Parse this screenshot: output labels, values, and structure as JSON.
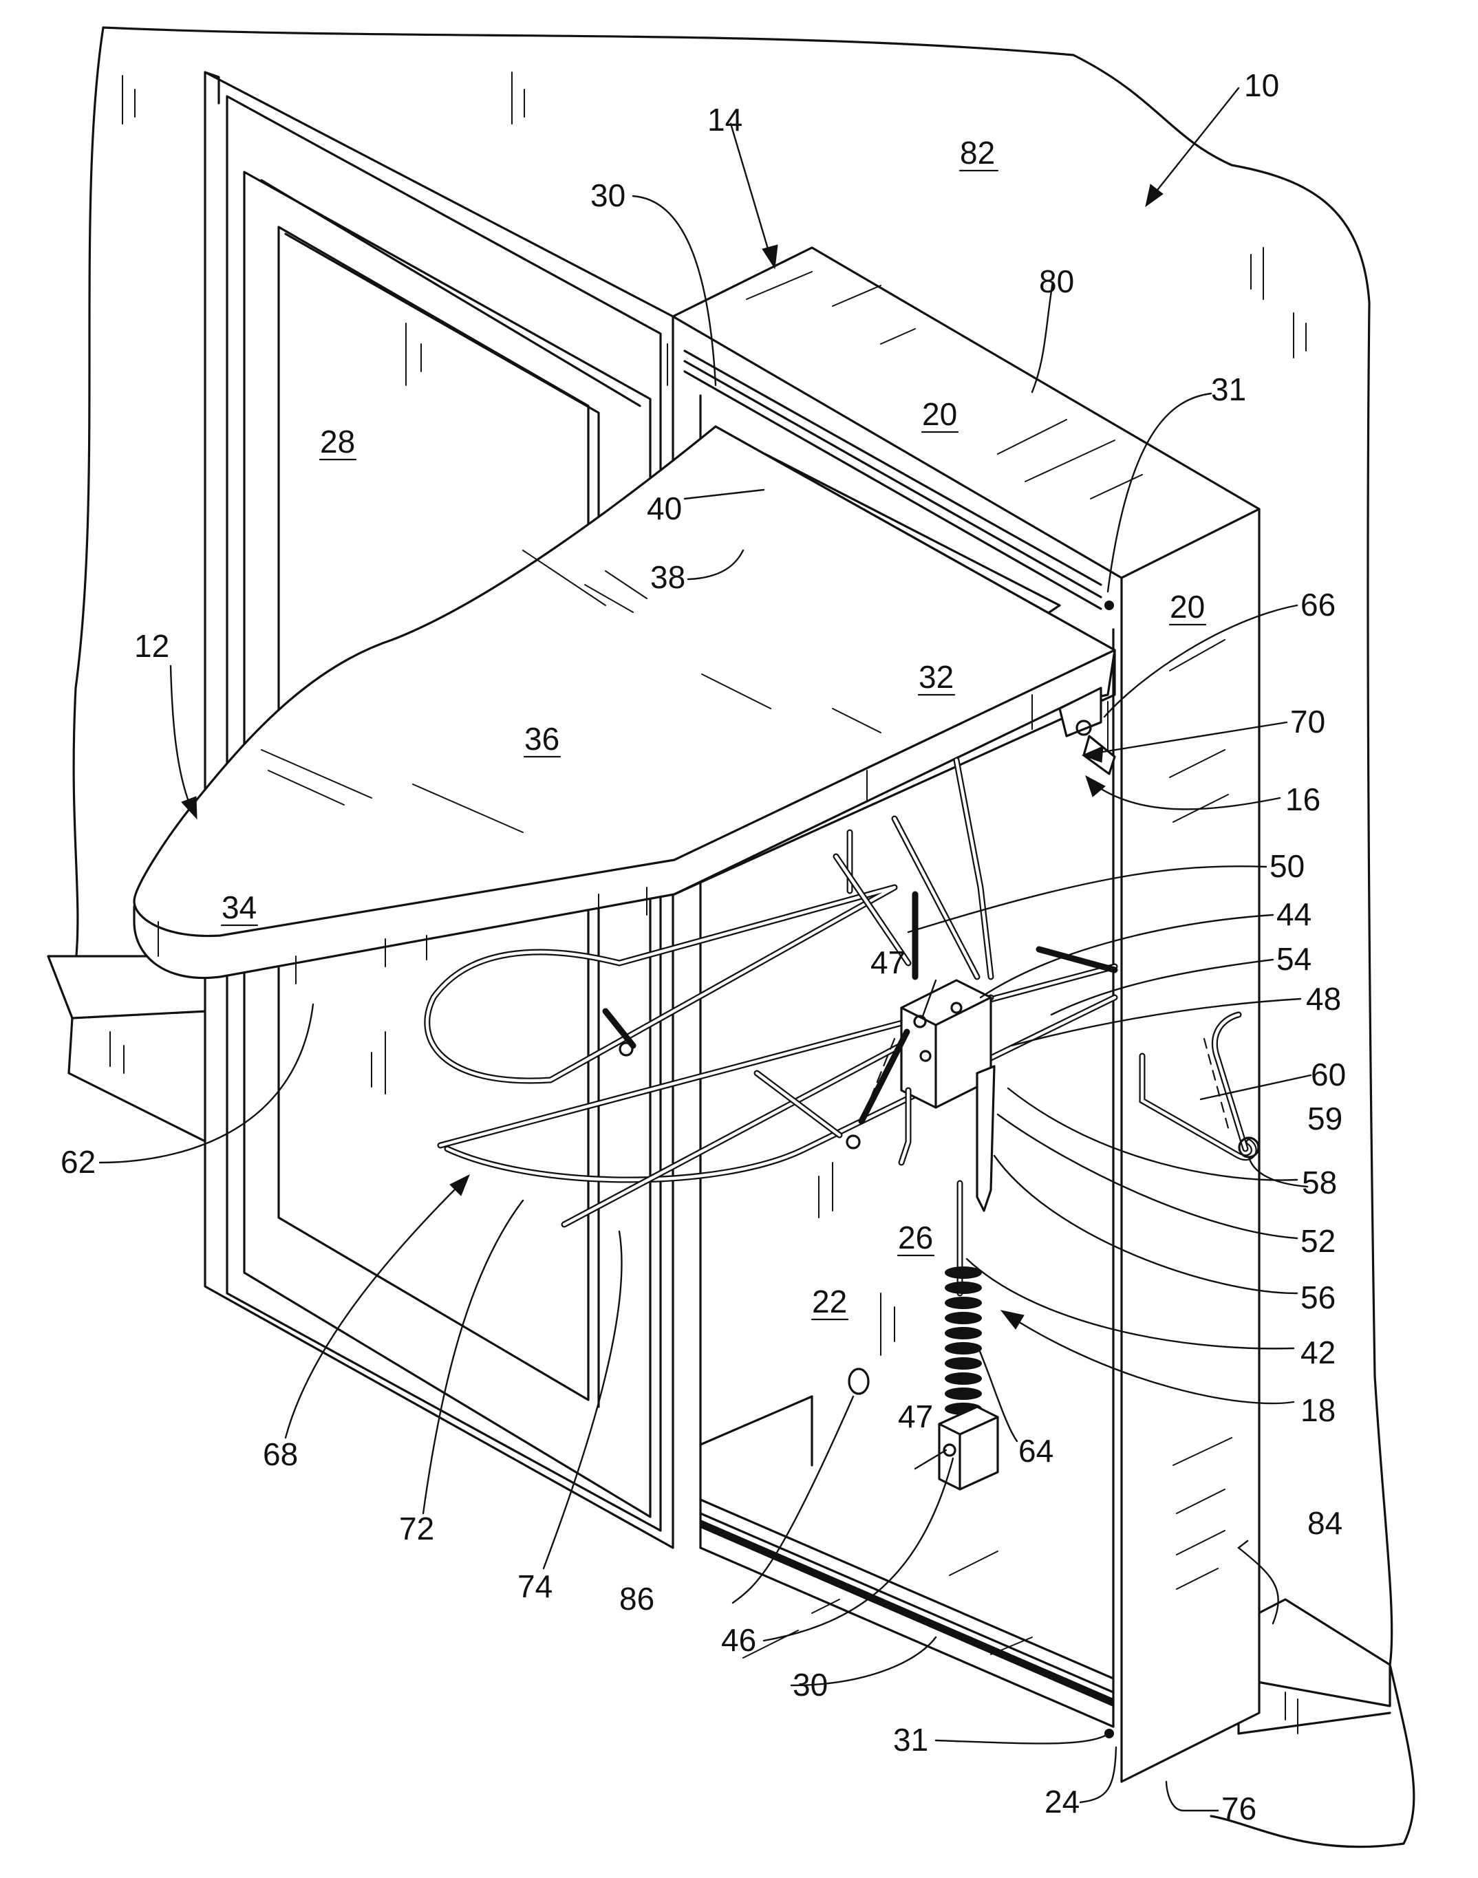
{
  "figure": {
    "background": "#ffffff",
    "ink": "#111111"
  },
  "labels": {
    "ref_10": "10",
    "ref_12": "12",
    "ref_14": "14",
    "ref_16": "16",
    "ref_18": "18",
    "ref_20_top": "20",
    "ref_20_side": "20",
    "ref_22": "22",
    "ref_24": "24",
    "ref_26": "26",
    "ref_28": "28",
    "ref_30_top": "30",
    "ref_30_bottom": "30",
    "ref_31_top": "31",
    "ref_31_bottom": "31",
    "ref_32": "32",
    "ref_34": "34",
    "ref_36": "36",
    "ref_38": "38",
    "ref_40": "40",
    "ref_42": "42",
    "ref_44": "44",
    "ref_46": "46",
    "ref_47_top": "47",
    "ref_47_bottom": "47",
    "ref_48": "48",
    "ref_50": "50",
    "ref_52": "52",
    "ref_54": "54",
    "ref_56": "56",
    "ref_58": "58",
    "ref_59": "59",
    "ref_60": "60",
    "ref_62": "62",
    "ref_64": "64",
    "ref_66": "66",
    "ref_68": "68",
    "ref_70": "70",
    "ref_72": "72",
    "ref_74": "74",
    "ref_76": "76",
    "ref_80": "80",
    "ref_82": "82",
    "ref_84": "84",
    "ref_86": "86"
  }
}
